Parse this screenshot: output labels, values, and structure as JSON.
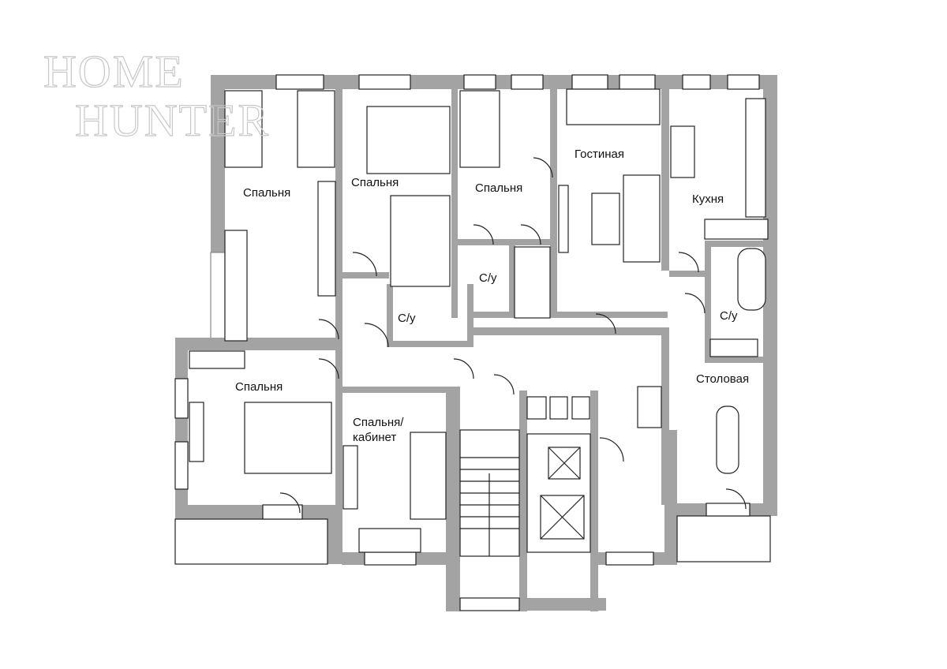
{
  "watermark": {
    "line1": "HOME",
    "line2": "HUNTER"
  },
  "rooms": [
    {
      "id": "bedroom-1",
      "label": "Спальня"
    },
    {
      "id": "bedroom-2",
      "label": "Спальня"
    },
    {
      "id": "bedroom-3",
      "label": "Спальня"
    },
    {
      "id": "living-room",
      "label": "Гостиная"
    },
    {
      "id": "kitchen",
      "label": "Кухня"
    },
    {
      "id": "bathroom-1",
      "label": "С/у"
    },
    {
      "id": "bathroom-2",
      "label": "С/у"
    },
    {
      "id": "bathroom-3",
      "label": "С/у"
    },
    {
      "id": "bedroom-4",
      "label": "Спальня"
    },
    {
      "id": "bedroom-office",
      "label": "Спальня/",
      "label2": "кабинет"
    },
    {
      "id": "dining-room",
      "label": "Столовая"
    }
  ],
  "colors": {
    "wall": "#a3a3a3",
    "line": "#222222",
    "background": "#ffffff"
  }
}
